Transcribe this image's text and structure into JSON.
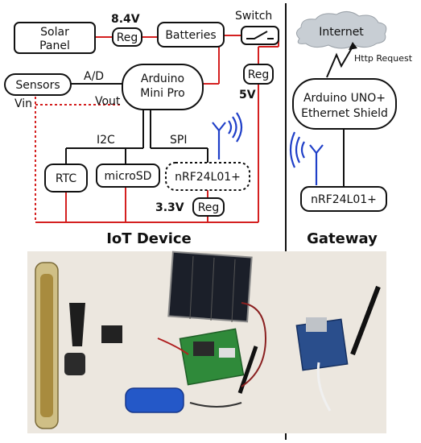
{
  "colors": {
    "power_line": "#d42020",
    "signal_line": "#111111",
    "antenna": "#1f3fc8",
    "cloud": "#c8ced4",
    "photo_background": "#ece7df"
  },
  "iot": {
    "solar_panel": [
      "Solar",
      "Panel"
    ],
    "reg_top": "Reg",
    "voltage_top": "8.4V",
    "batteries": "Batteries",
    "switch": "Switch",
    "reg_right": "Reg",
    "voltage_right": "5V",
    "sensors": "Sensors",
    "ad_label": "A/D",
    "vin_label": "Vin",
    "vout_label": "Vout",
    "arduino": [
      "Arduino",
      "Mini Pro"
    ],
    "i2c_label": "I2C",
    "spi_label": "SPI",
    "rtc": "RTC",
    "microsd": "microSD",
    "nrf": "nRF24L01+",
    "reg_bottom": "Reg",
    "voltage_bottom": "3.3V",
    "section_title": "IoT Device"
  },
  "gateway": {
    "internet": "Internet",
    "http_request": "Http Request",
    "arduino_uno": [
      "Arduino UNO+",
      "Ethernet Shield"
    ],
    "nrf": "nRF24L01+",
    "section_title": "Gateway"
  },
  "photo": {
    "icons": [
      "soil-probe-icon",
      "solar-panel-icon",
      "battery-pack-icon",
      "antenna-icon",
      "arduino-board-icon"
    ]
  }
}
